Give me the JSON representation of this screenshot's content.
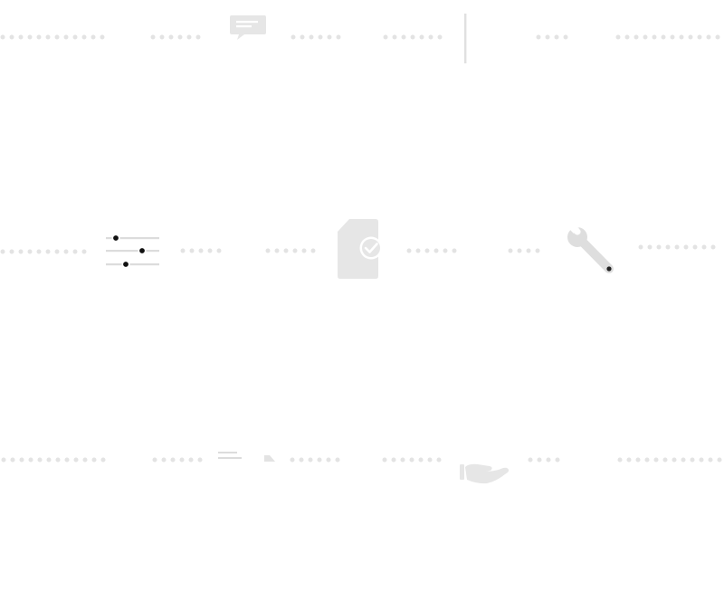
{
  "colors": {
    "background": "#ffffff",
    "dots": "#e3e3e3",
    "icon_light": "#e6e6e6",
    "icon_mid": "#dedede",
    "icon_dark": "#111111",
    "divider": "#e0e0e0"
  },
  "rows": [
    {
      "name": "top",
      "icons": [
        "speech-bubble-icon",
        "vertical-divider"
      ]
    },
    {
      "name": "middle",
      "icons": [
        "sliders-icon",
        "verified-sd-card-icon",
        "wrench-icon"
      ]
    },
    {
      "name": "bottom",
      "icons": [
        "lines-icon",
        "small-shape-icon",
        "hand-icon"
      ]
    }
  ]
}
